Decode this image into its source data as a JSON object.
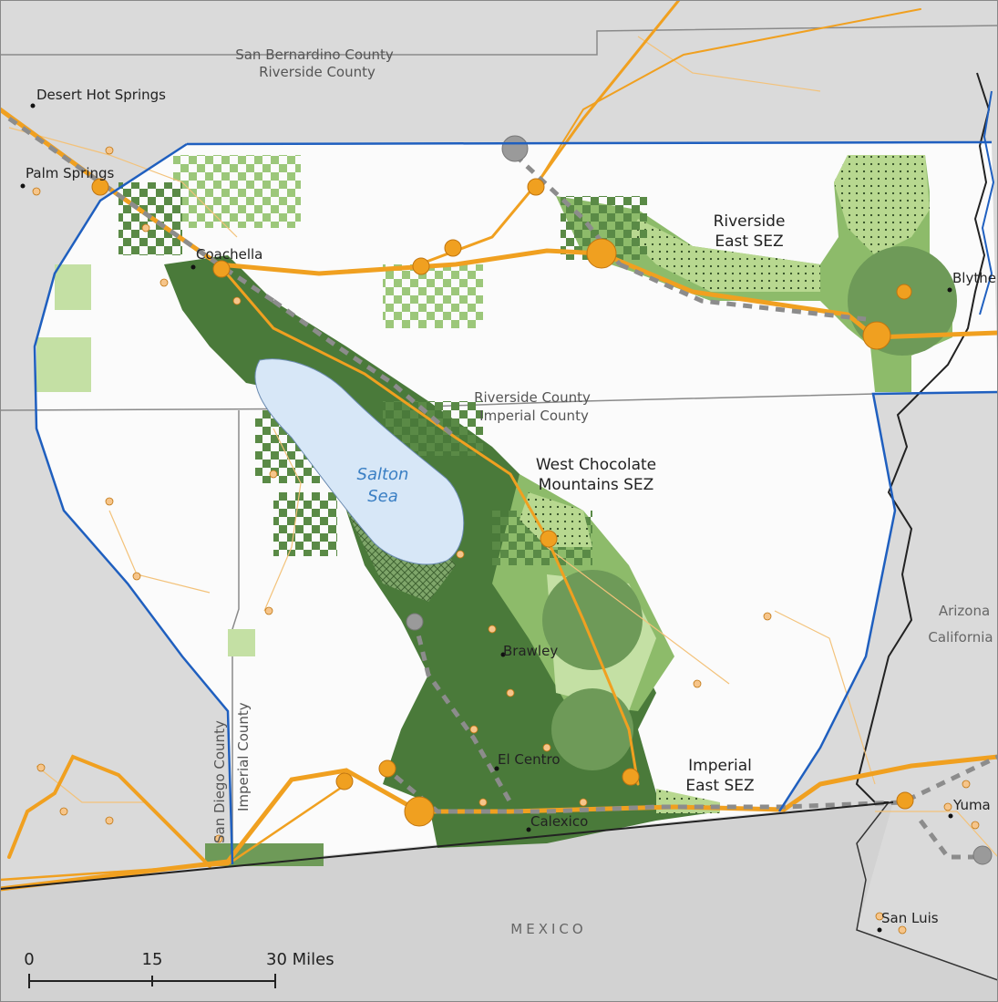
{
  "county_labels": {
    "san_bernardino": "San Bernardino County",
    "riverside_top": "Riverside County",
    "riverside_mid": "Riverside County",
    "imperial_mid": "Imperial County",
    "san_diego": "San Diego County",
    "imperial_vertical": "Imperial County"
  },
  "cities": {
    "desert_hot_springs": "Desert Hot Springs",
    "palm_springs": "Palm Springs",
    "coachella": "Coachella",
    "blythe": "Blythe",
    "brawley": "Brawley",
    "el_centro": "El Centro",
    "calexico": "Calexico",
    "yuma": "Yuma",
    "san_luis": "San Luis"
  },
  "sez_labels": {
    "riverside_east_1": "Riverside",
    "riverside_east_2": "East SEZ",
    "west_chocolate_1": "West Chocolate",
    "west_chocolate_2": "Mountains SEZ",
    "imperial_east_1": "Imperial",
    "imperial_east_2": "East SEZ"
  },
  "water": {
    "salton_1": "Salton",
    "salton_2": "Sea"
  },
  "states": {
    "arizona": "Arizona",
    "california": "California"
  },
  "country": "MEXICO",
  "scale_bar": {
    "t0": "0",
    "t1": "15",
    "t2": "30 Miles"
  },
  "colors": {
    "background": "#d9d9d9",
    "study_area": "#ffffff",
    "boundary": "#1f5fbf",
    "transmission": "#f0a020",
    "dark_green": "#4a7a3a",
    "mid_green": "#8dbb6a",
    "light_green": "#c4e0a4",
    "lake": "#d7e7f7"
  }
}
